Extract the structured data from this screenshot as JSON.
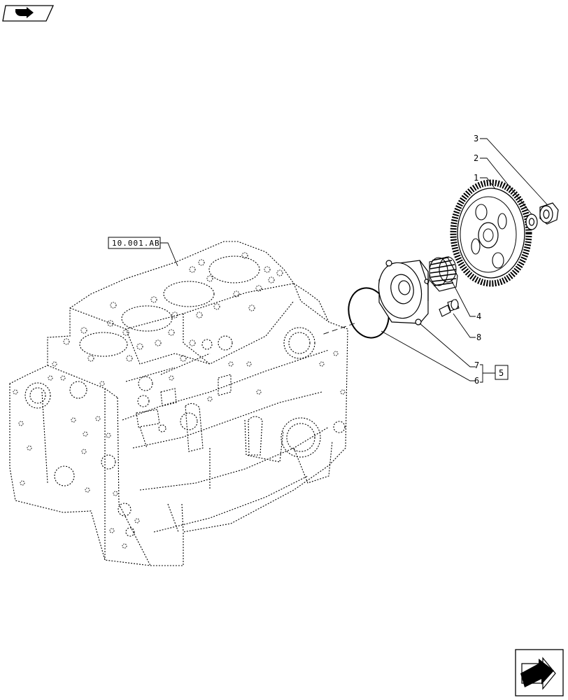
{
  "diagram": {
    "reference_label": "10.001.AB",
    "callouts": [
      "3",
      "2",
      "1",
      "4",
      "8",
      "7",
      "6"
    ],
    "subgroup_box": "5"
  },
  "navigation": {
    "top_icon": "previous-page-icon",
    "bottom_icon": "next-page-icon"
  }
}
